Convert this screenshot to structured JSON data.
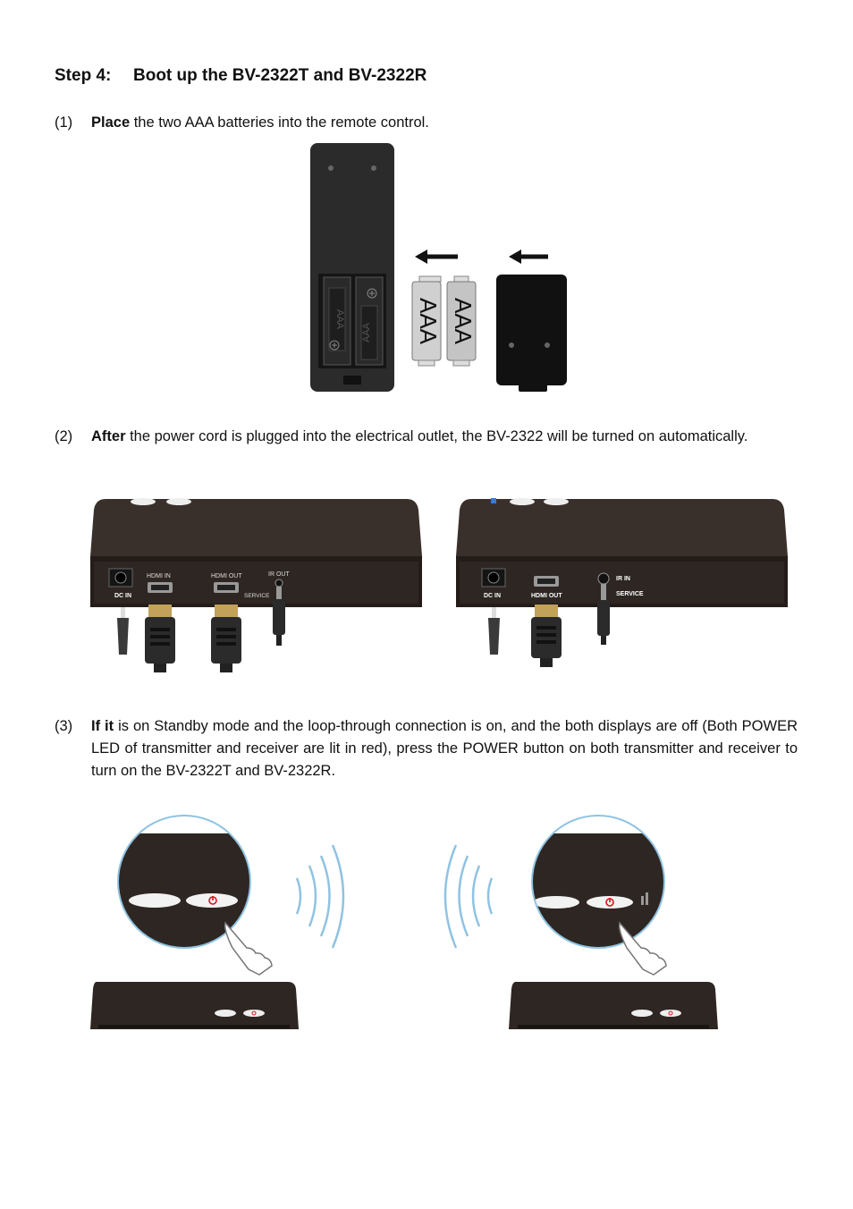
{
  "heading": {
    "number": "Step 4:",
    "title": "Boot up the BV-2322T and BV-2322R"
  },
  "steps": [
    {
      "index": "(1)",
      "bold": "Place",
      "rest": " the two AAA batteries into the remote control."
    },
    {
      "index": "(2)",
      "bold": "After",
      "rest": " the power cord is plugged into the electrical outlet, the BV-2322 will be turned on automatically."
    },
    {
      "index": "(3)",
      "bold": "If it",
      "rest": " is on Standby mode and the loop-through connection is on, and the both displays are off (Both POWER LED of transmitter and receiver are lit in red), press the POWER button on both transmitter and receiver to turn on the BV-2322T and BV-2322R."
    }
  ],
  "figure1": {
    "battery_label": "AAA"
  },
  "figure2": {
    "transmitter": {
      "dc_in": "DC IN",
      "hdmi_in": "HDMI IN",
      "hdmi_out": "HDMI OUT",
      "ir_out": "IR OUT",
      "service": "SERVICE"
    },
    "receiver": {
      "dc_in": "DC IN",
      "hdmi_out": "HDMI OUT",
      "ir_in": "IR IN",
      "service": "SERVICE"
    }
  },
  "colors": {
    "device_body": "#2e2622",
    "power_red": "#d8141c",
    "signal_wave": "#8fc3e2",
    "battery_gray": "#cccccc"
  }
}
